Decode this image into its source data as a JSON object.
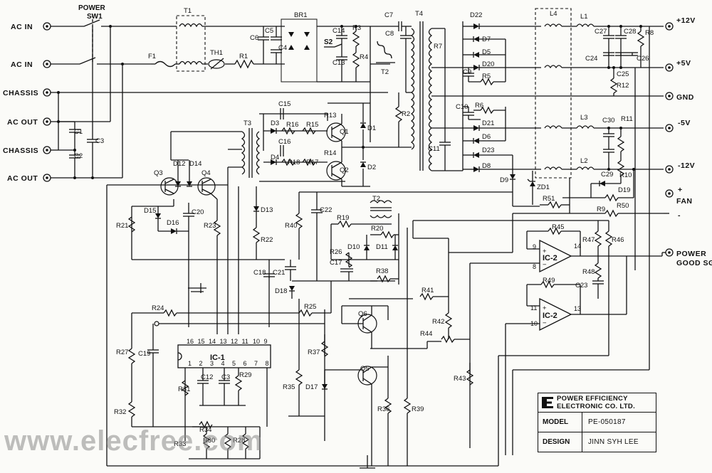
{
  "terminals": {
    "ac_in_1": "AC IN",
    "ac_in_2": "AC IN",
    "chassis_1": "CHASSIS",
    "ac_out_1": "AC OUT",
    "chassis_2": "CHASSIS",
    "ac_out_2": "AC OUT",
    "plus12": "+12V",
    "plus5": "+5V",
    "gnd": "GND",
    "minus5": "-5V",
    "minus12": "-12V",
    "fan_plus": "+",
    "fan": "FAN",
    "fan_minus": "-",
    "power_good_1": "POWER",
    "power_good_2": "GOOD SG."
  },
  "switch": {
    "line1": "POWER",
    "line2": "SW1",
    "s2": "S2"
  },
  "labels": {
    "t1": "T1",
    "br1": "BR1",
    "f1": "F1",
    "th1": "TH1",
    "r1": "R1",
    "c1": "C1",
    "c2": "C2",
    "c3": "C3",
    "c4": "C4",
    "c5": "C5",
    "c6": "C6",
    "c7": "C7",
    "c8": "C8",
    "c14": "C14",
    "c13": "C13",
    "r3": "R3",
    "r4": "R4",
    "t2a": "T2",
    "t2b": "T2",
    "t3": "T3",
    "t4": "T4",
    "r2": "R2",
    "r7": "R7",
    "c11": "C11",
    "c15": "C15",
    "c16": "C16",
    "r13": "R13",
    "r14": "R14",
    "r15": "R15",
    "r16": "R16",
    "r17": "R17",
    "r18": "R18",
    "d3": "D3",
    "d4": "D4",
    "q1": "Q1",
    "q2": "Q2",
    "d1": "D1",
    "d2": "D2",
    "d22": "D22",
    "d7": "D7",
    "d5": "D5",
    "d20": "D20",
    "c9": "C9",
    "r5": "R5",
    "c10": "C10",
    "r6": "R6",
    "d21": "D21",
    "d6": "D6",
    "d23": "D23",
    "d8": "D8",
    "d9": "D9",
    "zd1": "ZD1",
    "l4": "L4",
    "l1": "L1",
    "l3": "L3",
    "l2": "L2",
    "c27": "C27",
    "c28": "C28",
    "r8": "R8",
    "c24": "C24",
    "c25": "C25",
    "c26": "C26",
    "r12": "R12",
    "c30": "C30",
    "r11": "R11",
    "c29": "C29",
    "r10": "R10",
    "d19": "D19",
    "r50": "R50",
    "r51": "R51",
    "r9": "R9",
    "q3": "Q3",
    "q4": "Q4",
    "d12": "D12",
    "d14": "D14",
    "d15": "D15",
    "d16": "D16",
    "c20": "C20",
    "r21": "R21",
    "r23": "R23",
    "d13": "D13",
    "r22": "R22",
    "r40": "R40",
    "c22": "C22",
    "r19": "R19",
    "r20": "R20",
    "d10": "D10",
    "d11": "D11",
    "r26": "R26",
    "c17": "C17",
    "c18": "C18",
    "c21": "C21",
    "d18": "D18",
    "r38": "R38",
    "r24": "R24",
    "r25": "R25",
    "q6": "Q6",
    "q5": "Q5",
    "r27": "R27",
    "c19": "C19",
    "r37": "R37",
    "r35": "R35",
    "d17": "D17",
    "r31": "R31",
    "c12": "C12",
    "c3b": "C3",
    "r29": "R29",
    "r32": "R32",
    "r34": "R34",
    "r33": "R33",
    "r30": "R30",
    "r28": "R28",
    "r36": "R36",
    "r39": "R39",
    "r41": "R41",
    "r42": "R42",
    "r43": "R43",
    "r44": "R44",
    "r45": "R45",
    "r47": "R47",
    "r46": "R46",
    "r48": "R48",
    "r49": "R49",
    "c23": "C23"
  },
  "ic1": {
    "name": "IC-1",
    "top_pins": [
      "16",
      "15",
      "14",
      "13",
      "12",
      "11",
      "10",
      "9"
    ],
    "bottom_pins": [
      "1",
      "2",
      "3",
      "4",
      "5",
      "6",
      "7",
      "8"
    ]
  },
  "ic2a": {
    "name": "IC-2",
    "pins": [
      "9",
      "8",
      "14"
    ]
  },
  "ic2b": {
    "name": "IC-2",
    "pins": [
      "11",
      "10",
      "13"
    ]
  },
  "title_block": {
    "company_1": "POWER EFFICIENCY",
    "company_2": "ELECTRONIC CO. LTD.",
    "model_key": "MODEL",
    "model_value": "PE-050187",
    "design_key": "DESIGN",
    "design_value": "JINN SYH LEE"
  },
  "watermark": "www.elecfree.com"
}
